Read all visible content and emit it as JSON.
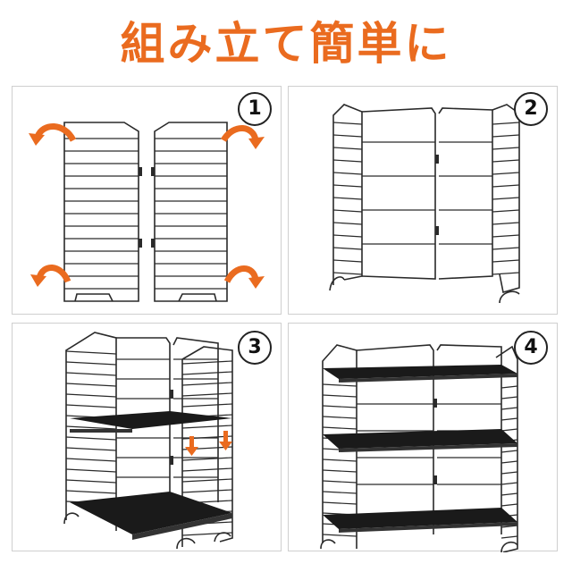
{
  "title": "組み立て簡単に",
  "colors": {
    "accent": "#ea6b1f",
    "frame": "#2a2a2a",
    "border": "#cfcfcf"
  },
  "steps": [
    {
      "number": "1"
    },
    {
      "number": "2"
    },
    {
      "number": "3"
    },
    {
      "number": "4"
    }
  ]
}
